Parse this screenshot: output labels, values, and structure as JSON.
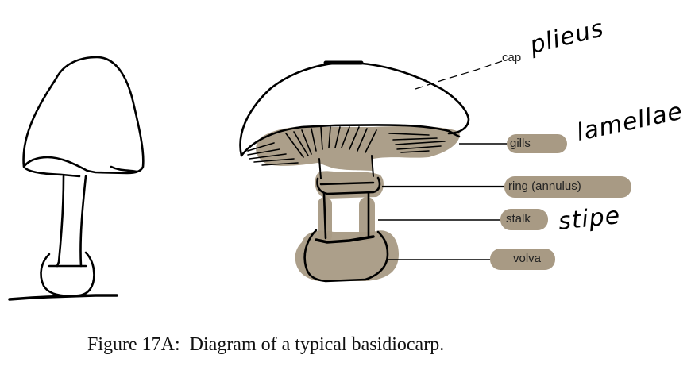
{
  "colors": {
    "ink": "#000000",
    "highlight": "#a89a84",
    "background": "#ffffff"
  },
  "diagram": {
    "left_figure": {
      "name": "young-basidiocarp-sketch",
      "parts": [
        "cap",
        "stalk",
        "volva",
        "ground-line"
      ]
    },
    "right_figure": {
      "name": "mature-basidiocarp",
      "labels": [
        {
          "id": "cap",
          "text": "cap",
          "annotation": "plieus",
          "highlighted": false
        },
        {
          "id": "gills",
          "text": "gills",
          "annotation": "lamellae",
          "highlighted": true
        },
        {
          "id": "ring",
          "text": "ring (annulus)",
          "annotation": "",
          "highlighted": true
        },
        {
          "id": "stalk",
          "text": "stalk",
          "annotation": "stipe",
          "highlighted": true
        },
        {
          "id": "volva",
          "text": "volva",
          "annotation": "",
          "highlighted": true
        }
      ]
    },
    "handwritten": {
      "cap": "plieus",
      "gills": "lamellae",
      "stalk": "stipe"
    }
  },
  "caption": "Figure 17A:  Diagram of a typical basidiocarp."
}
